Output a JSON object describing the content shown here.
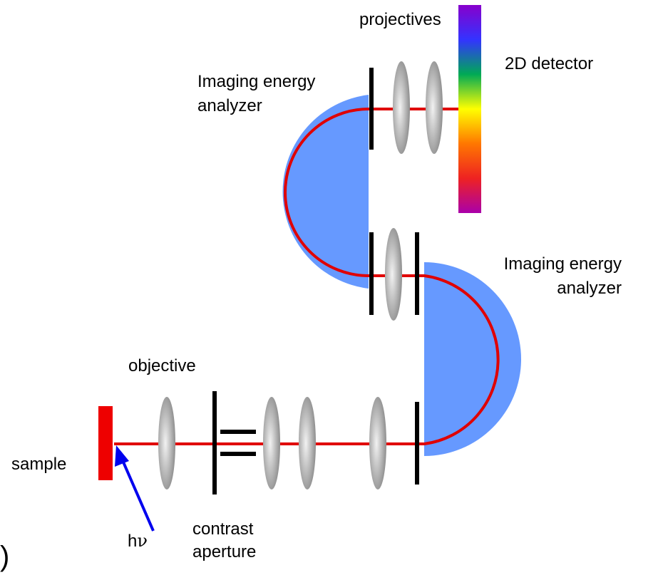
{
  "labels": {
    "projectives": "projectives",
    "detector": "2D detector",
    "analyzer_top_line1": "Imaging energy",
    "analyzer_top_line2": "analyzer",
    "analyzer_right_line1": "Imaging energy",
    "analyzer_right_line2": "analyzer",
    "objective": "objective",
    "sample": "sample",
    "photon_h": "h",
    "photon_nu": "ν",
    "contrast_line1": "contrast",
    "contrast_line2": "aperture",
    "edge_paren": ")"
  },
  "colors": {
    "analyzer_fill": "#6699ff",
    "beam": "#e00000",
    "sample": "#ee0000",
    "photon_arrow": "#0000ee",
    "slit": "#000000",
    "lens_light": "#f2f2f2",
    "lens_dark": "#8a8a8a",
    "detector_gradient": [
      "#8800cc",
      "#3333ff",
      "#00aa55",
      "#ffff00",
      "#ff7700",
      "#ee2222",
      "#aa00aa"
    ]
  }
}
